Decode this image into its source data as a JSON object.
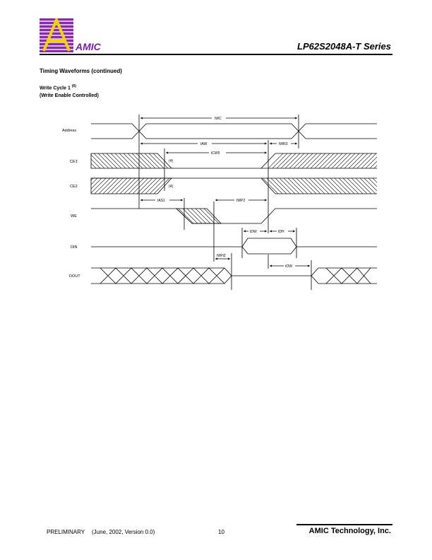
{
  "header": {
    "brand": "AMIC",
    "series": "LP62S2048A-T Series"
  },
  "section_title": "Timing Waveforms (continued)",
  "subtitle": {
    "line1": "Write Cycle 1",
    "note": "(6)",
    "line2": "(Write Enable Controlled)"
  },
  "diagram": {
    "signals": {
      "address": "Address",
      "ce1": "CE1",
      "ce2": "CE2",
      "we": "WE",
      "din": "DIN",
      "dout": "DOUT"
    },
    "timings": {
      "twc": "tWC",
      "taw": "tAW",
      "twr": "tWR3",
      "tcw": "tCW5",
      "tas": "tAS1",
      "twp": "tWP2",
      "tdw": "tDW",
      "tdh": "tDH",
      "twhz": "tWHZ",
      "tow": "tOW"
    },
    "notes": {
      "n1": "(4)",
      "n2": "(4)"
    }
  },
  "footer": {
    "status": "PRELIMINARY",
    "date": "(June, 2002, Version 0.0)",
    "page": "10",
    "company": "AMIC Technology, Inc."
  }
}
